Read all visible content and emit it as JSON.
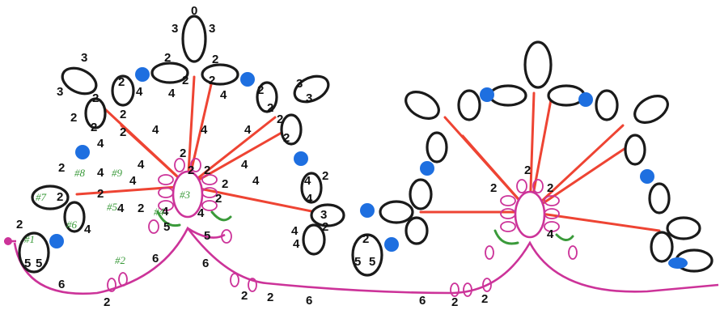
{
  "colors": {
    "ring_outline": "#1a1a1a",
    "chain": "#cc3399",
    "rays": "#ee4433",
    "beads": "#1e6fe0",
    "green_labels": "#3a9a3a"
  },
  "ring_labels": {
    "top_3_left": "3",
    "top_0": "0",
    "top_3_right": "3",
    "a": "2",
    "b": "2",
    "c": "2",
    "d": "2",
    "l_3": "3",
    "l_3b": "3",
    "l_2a": "2",
    "l_2b": "2",
    "l_4a": "4",
    "s_4a": "4",
    "s_4b": "4",
    "s_4c": "4",
    "s_4d": "4",
    "r_3a": "3",
    "r_3b": "3",
    "r_2a": "2",
    "r_2b": "2",
    "m_2a": "2",
    "m_2b": "2",
    "m_4a": "4",
    "m_4b": "4",
    "c_2a": "2",
    "c_2b": "2",
    "c_2c": "2",
    "c_2d": "2",
    "c_4a": "4",
    "c_4b": "4",
    "c_4c": "4",
    "c_4d": "4",
    "w_2a": "2",
    "w_2b": "2",
    "w_4": "4",
    "e_4a": "4",
    "e_2a": "2",
    "e_4b": "4",
    "e_3": "3",
    "e_4c": "4",
    "e_2b": "2",
    "e_4d": "4",
    "n_2a": "2",
    "n_4a": "4",
    "n_2b": "2",
    "b_2": "2",
    "b_5a": "5",
    "b_5b": "5",
    "b_4": "4",
    "k_2": "2",
    "k_5a": "5",
    "k_5b": "5",
    "cc_2a": "2",
    "cc_2b": "2",
    "cc_2c": "2",
    "cc_2d": "2",
    "cc_2e": "2",
    "cc_4a": "4",
    "cc_4b": "4",
    "cc_5a": "5",
    "cc_5b": "5",
    "cr_2a": "2",
    "cr_2b": "2",
    "cr_2c": "2",
    "cr_4": "4"
  },
  "chain_labels": {
    "ch_6a": "6",
    "ch_2a": "2",
    "ch_6b": "6",
    "ch_2b": "2",
    "ch_2c": "2",
    "ch_6c": "6",
    "ch_6d": "6",
    "ch_2d": "2",
    "ch_2e": "2",
    "ch_6e": "6"
  },
  "green_labels": {
    "g1": "#1",
    "g2": "#2",
    "g3": "#3",
    "g4": "#4",
    "g5": "#5",
    "g6": "#6",
    "g7": "#7",
    "g8": "#8",
    "g9": "#9"
  }
}
